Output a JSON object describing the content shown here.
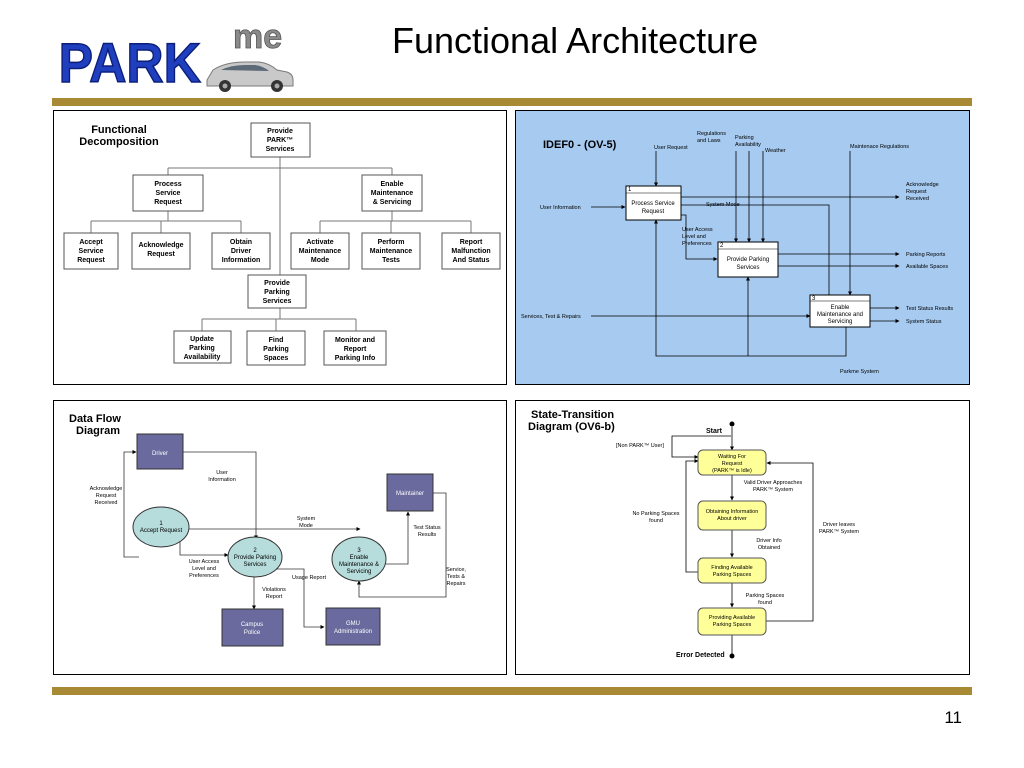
{
  "slide": {
    "logo": {
      "park": "PARK",
      "me": "me"
    },
    "title": "Functional Architecture",
    "page_number": "11"
  },
  "functional_decomposition": {
    "title": [
      "Functional",
      "Decomposition"
    ],
    "root": [
      "Provide",
      "PARK™",
      "Services"
    ],
    "process": [
      "Process",
      "Service",
      "Request"
    ],
    "enable": [
      "Enable",
      "Maintenance",
      "& Servicing"
    ],
    "accept": [
      "Accept",
      "Service",
      "Request"
    ],
    "acknowledge": [
      "Acknowledge",
      "Request"
    ],
    "obtain": [
      "Obtain",
      "Driver",
      "Information"
    ],
    "activate": [
      "Activate",
      "Maintenance",
      "Mode"
    ],
    "perform": [
      "Perform",
      "Maintenance",
      "Tests"
    ],
    "report": [
      "Report",
      "Malfunction",
      "And Status"
    ],
    "provide_parking": [
      "Provide",
      "Parking",
      "Services"
    ],
    "update": [
      "Update",
      "Parking",
      "Availability"
    ],
    "find": [
      "Find",
      "Parking",
      "Spaces"
    ],
    "monitor": [
      "Monitor and",
      "Report",
      "Parking Info"
    ]
  },
  "idef0": {
    "title": "IDEF0 - (OV-5)",
    "colors": {
      "background": "#a6caf0"
    },
    "box1": {
      "num": "1",
      "label": [
        "Process Service",
        "Request"
      ]
    },
    "box2": {
      "num": "2",
      "label": [
        "Provide Parking",
        "Services"
      ]
    },
    "box3": {
      "num": "3",
      "label": [
        "Enable",
        "Maintenance and",
        "Servicing"
      ]
    },
    "labels": {
      "user_request": "User Request",
      "regulations": [
        "Regulations",
        "and Laws"
      ],
      "parking_availability": [
        "Parking",
        "Availability"
      ],
      "weather": "Weather",
      "maintenance_regulations": "Maintenace Regulations",
      "user_information": "User Information",
      "system_mode": "System Mode",
      "ack": [
        "Acknowledge",
        "Request",
        "Received"
      ],
      "access": [
        "User Access",
        "Level and",
        "Preferences"
      ],
      "parking_reports": "Parking Reports",
      "available_spaces": "Available Spaces",
      "services": "Services, Test & Repairs",
      "test_status": "Test Status Results",
      "system_status": "System Status",
      "parkme_system": "Parkme System"
    }
  },
  "data_flow": {
    "title": [
      "Data Flow",
      "Diagram"
    ],
    "colors": {
      "entity": "#6a6a9e",
      "process": "#b6dcdc"
    },
    "driver": "Driver",
    "maintainer": "Maintainer",
    "campus_police": [
      "Campus",
      "Police"
    ],
    "gmu": [
      "GMU",
      "Administration"
    ],
    "p1": [
      "1",
      "Accept Request"
    ],
    "p2": [
      "2",
      "Provide Parking",
      "Services"
    ],
    "p3": [
      "3",
      "Enable",
      "Maintenance &",
      "Servicing"
    ],
    "labels": {
      "user_info": [
        "User",
        "Information"
      ],
      "ack": [
        "Acknowledge",
        "Request",
        "Received"
      ],
      "system_mode": [
        "System",
        "Mode"
      ],
      "access": [
        "User Access",
        "Level and",
        "Preferences"
      ],
      "usage": "Usage Report",
      "violations": [
        "Violations",
        "Report"
      ],
      "test_status": [
        "Test Status",
        "Results"
      ],
      "service": [
        "Service,",
        "Tests &",
        "Repairs"
      ]
    }
  },
  "state_transition": {
    "title": [
      "State-Transition",
      "Diagram (OV6-b)"
    ],
    "colors": {
      "state": "#ffff99"
    },
    "start": "Start",
    "waiting": [
      "Waiting For",
      "Request",
      "(PARK™ is Idle)"
    ],
    "obtaining": [
      "Obtaining Information",
      "About driver"
    ],
    "finding": [
      "Finding Available",
      "Parking Spaces"
    ],
    "providing": [
      "Providing Available",
      "Parking Spaces"
    ],
    "error": "Error Detected",
    "labels": {
      "non_park_user": "[Non PARK™ User]",
      "valid_driver": [
        "Valid Driver Approaches",
        "PARK™ System"
      ],
      "driver_info": [
        "Driver Info",
        "Obtained"
      ],
      "spaces_found": [
        "Parking Spaces",
        "found"
      ],
      "no_spaces": [
        "No Parking Spaces",
        "found"
      ],
      "driver_leaves": [
        "Driver leaves",
        "PARK™ System"
      ]
    }
  }
}
